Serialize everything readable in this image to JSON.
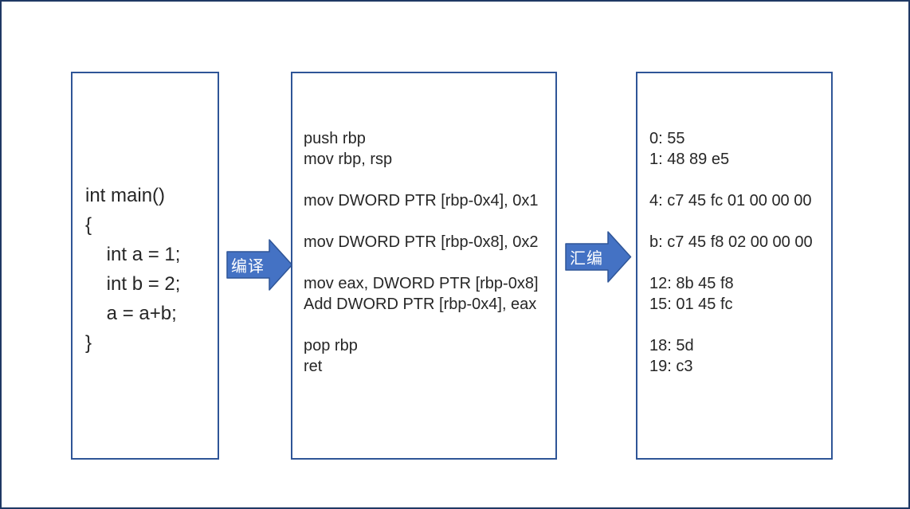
{
  "slide": {
    "boxes": {
      "source": {
        "lines": [
          "int main()",
          "{",
          "    int a = 1;",
          "    int b = 2;",
          "    a = a+b;",
          "}"
        ]
      },
      "assembly": {
        "lines": [
          "push rbp",
          "mov rbp, rsp",
          "",
          "mov DWORD PTR [rbp-0x4], 0x1",
          "",
          "mov DWORD PTR [rbp-0x8], 0x2",
          "",
          "mov eax, DWORD PTR [rbp-0x8]",
          "Add DWORD PTR [rbp-0x4], eax",
          "",
          "pop rbp",
          "ret"
        ]
      },
      "machine_code": {
        "lines": [
          "0: 55",
          "1: 48 89 e5",
          "",
          "4: c7 45 fc 01 00 00 00",
          "",
          "b: c7 45 f8 02 00 00 00",
          "",
          "12: 8b 45 f8",
          "15: 01 45 fc",
          "",
          "18: 5d",
          "19: c3"
        ]
      }
    },
    "arrows": {
      "compile": {
        "label": "编译"
      },
      "assemble": {
        "label": "汇编"
      }
    },
    "colors": {
      "arrow_fill": "#4472C4",
      "arrow_border": "#2F5597",
      "box_border": "#2F5597",
      "frame_border": "#1F3864",
      "text": "#262626",
      "arrow_label": "#FFFFFF"
    }
  }
}
